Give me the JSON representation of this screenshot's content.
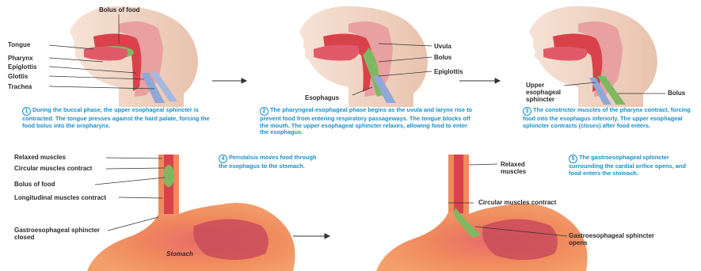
{
  "panel1": {
    "labels": {
      "bolus": "Bolus of food",
      "tongue": "Tongue",
      "pharynx": "Pharynx",
      "epiglottis": "Epiglottis",
      "glottis": "Glottis",
      "trachea": "Trachea"
    },
    "step": "1",
    "caption": "During the buccal phase, the upper esophageal sphincter is contracted. The tongue presses against the hard palate, forcing the food bolus into the oropharynx."
  },
  "panel2": {
    "labels": {
      "uvula": "Uvula",
      "bolus": "Bolus",
      "epiglottis": "Epiglottis",
      "esophagus": "Esophagus"
    },
    "step": "2",
    "caption": "The pharyngeal-esophageal phase begins as the uvula and larynx rise to prevent food from entering respiratory passageways. The tongue blocks off the mouth. The upper esophageal sphincter relaxes, allowing food to enter the esophagus."
  },
  "panel3": {
    "labels": {
      "sphincter": "Upper esophageal sphincter",
      "bolus": "Bolus"
    },
    "step": "3",
    "caption": "The constrictor muscles of the pharynx contract, forcing food into the esophagus inferiorly. The upper esophageal sphincter contracts (closes) after food enters."
  },
  "panel4": {
    "labels": {
      "relaxed": "Relaxed muscles",
      "circular": "Circular muscles contract",
      "bolus": "Bolus of food",
      "longitudinal": "Longitudinal muscles contract",
      "sphincter": "Gastroesophageal sphincter closed",
      "stomach": "Stomach"
    },
    "step": "4",
    "caption": "Peristalsis moves food through the esophagus to the stomach."
  },
  "panel5": {
    "labels": {
      "relaxed": "Relaxed muscles",
      "circular": "Circular muscles contract",
      "sphincter": "Gastroesophageal sphincter opens"
    },
    "step": "5",
    "caption": "The gastroesophageal sphincter surrounding the cardial orifice opens, and food enters the stomach."
  },
  "colors": {
    "skin": "#f3d9c8",
    "tissue": "#e8a0a0",
    "mucosa": "#d9424a",
    "bolus": "#7fb861",
    "airway": "#8fa8d8",
    "stomach": "#f08a5d",
    "caption": "#1a8fc9"
  }
}
